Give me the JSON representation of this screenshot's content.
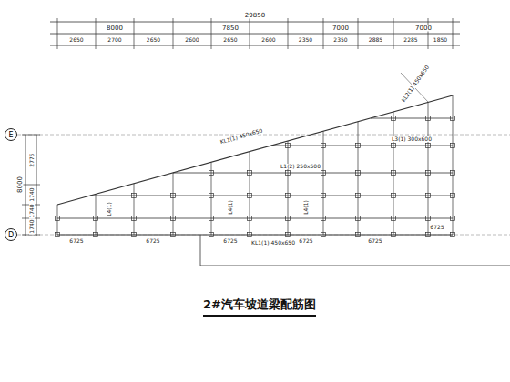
{
  "diagram": {
    "title": "2#汽车坡道梁配筋图",
    "nodes": [
      {
        "text": [
          "E"
        ]
      },
      {
        "text": [
          "D"
        ]
      }
    ],
    "labels": [
      "29850",
      "8000",
      "7850",
      "7000",
      "7000",
      "2650",
      "2700",
      "2650",
      "2600",
      "2650",
      "2600",
      "2350",
      "2350",
      "2885",
      "2285",
      "1850",
      "8000",
      "2775",
      "1740",
      "1740",
      "1740",
      "KL1(1) 450x650",
      "L1(2) 250x500",
      "L4(1)",
      "L4(1)",
      "L4(1)",
      "KL1(1) 450x650",
      "KL2(1) 450x650",
      "6725",
      "6725",
      "6725",
      "6725",
      "6725",
      "6725",
      "L3(1) 300x600"
    ]
  }
}
